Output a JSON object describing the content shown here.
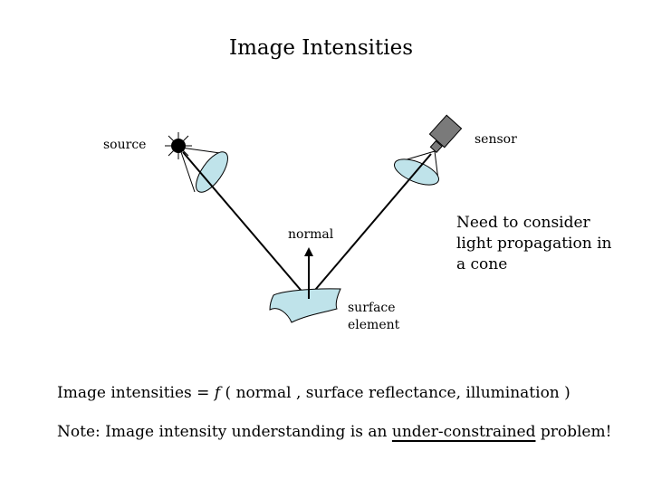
{
  "title": "Image Intensities",
  "labels": {
    "source": "source",
    "sensor": "sensor",
    "normal": "normal",
    "cone_note_lines": [
      "Need to consider",
      "light propagation in",
      "a cone"
    ],
    "surface_lines": [
      "surface",
      "element"
    ]
  },
  "equation": {
    "lhs": "Image intensities",
    "equals": "=",
    "func": "f",
    "args": "( normal ,  surface reflectance, illumination )"
  },
  "note": {
    "before": "Note: Image intensity understanding is an ",
    "underlined": "under-constrained",
    "after": " problem!"
  },
  "colors": {
    "lens_fill": "#bfe3ea",
    "surface_fill": "#bfe3ea",
    "sensor_fill": "#7a7a7a",
    "source_fill": "#000000"
  },
  "icons": [
    "light-source-icon",
    "sensor-camera-icon"
  ]
}
